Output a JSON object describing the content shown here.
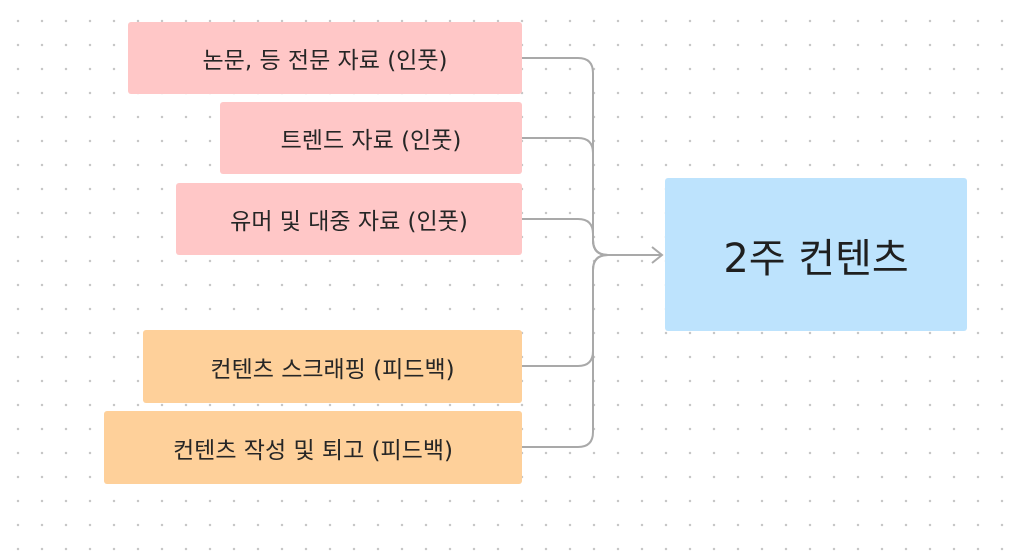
{
  "diagram": {
    "inputs": [
      {
        "label": "논문, 등 전문 자료 (인풋)"
      },
      {
        "label": "트렌드 자료 (인풋)"
      },
      {
        "label": "유머 및 대중 자료 (인풋)"
      }
    ],
    "feedback": [
      {
        "label": "컨텐츠 스크래핑 (피드백)"
      },
      {
        "label": "컨텐츠 작성 및 퇴고 (피드백)"
      }
    ],
    "target": {
      "label": "2주 컨텐츠"
    }
  },
  "colors": {
    "input_fill": "#ffc7c7",
    "feedback_fill": "#fed09a",
    "target_fill": "#bde3fd",
    "connector": "#a9a9a9"
  }
}
